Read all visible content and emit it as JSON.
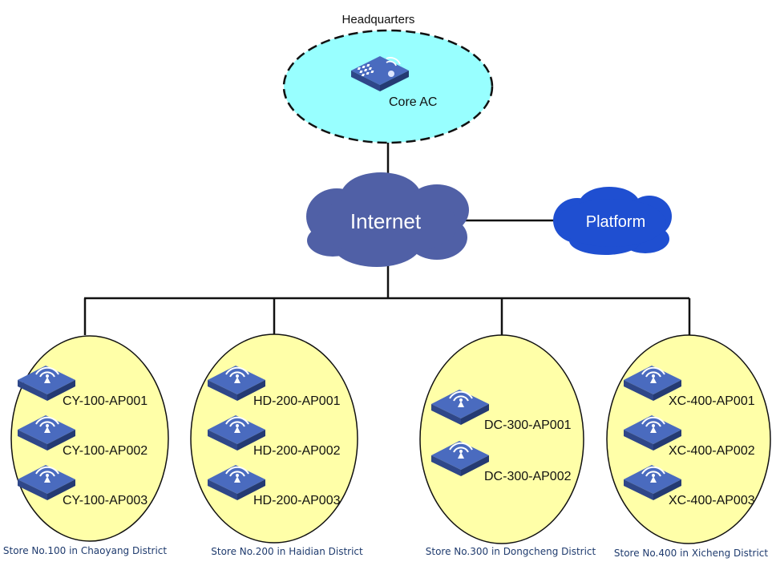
{
  "headquarters": {
    "label": "Headquarters",
    "device": {
      "label": "Core AC",
      "icon": "ac-controller-icon"
    },
    "fill": "#98ffff",
    "stroke": "#111111"
  },
  "internet": {
    "label": "Internet",
    "color": "#5060a6",
    "text_color": "#ffffff"
  },
  "platform": {
    "label": "Platform",
    "color": "#1f4fd1",
    "text_color": "#ffffff"
  },
  "store_style": {
    "fill": "#ffffa8",
    "stroke": "#111111",
    "caption_color": "#1f3b6e",
    "ap_icon": "access-point-icon",
    "ap_color": "#3b5aa8"
  },
  "stores": [
    {
      "caption": "Store No.100 in Chaoyang District",
      "aps": [
        "CY-100-AP001",
        "CY-100-AP002",
        "CY-100-AP003"
      ]
    },
    {
      "caption": "Store No.200 in Haidian District",
      "aps": [
        "HD-200-AP001",
        "HD-200-AP002",
        "HD-200-AP003"
      ]
    },
    {
      "caption": "Store No.300 in Dongcheng District",
      "aps": [
        "DC-300-AP001",
        "DC-300-AP002"
      ]
    },
    {
      "caption": "Store No.400 in Xicheng District",
      "aps": [
        "XC-400-AP001",
        "XC-400-AP002",
        "XC-400-AP003"
      ]
    }
  ]
}
